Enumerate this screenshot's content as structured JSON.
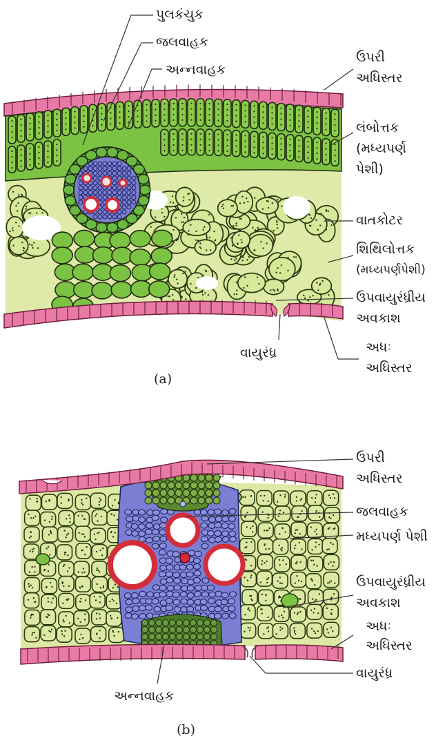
{
  "figure_a": {
    "caption": "(a)",
    "labels": {
      "bundle_sheath": "પુલકંચુક",
      "xylem": "જલવાહક",
      "phloem": "અન્નવાહક",
      "upper_epidermis_1": "ઉપરી",
      "upper_epidermis_2": "અધિસ્તર",
      "palisade_1": "લંબોત્તક",
      "palisade_2": "(મધ્યપર્ણ",
      "palisade_3": "પેશી)",
      "air_cavity": "વાતકોટર",
      "spongy_1": "શિથિલોત્તક",
      "spongy_2": "(મધ્યપર્ણપેશી)",
      "substomatal_1": "ઉપવાયુરંધ્રીય",
      "substomatal_2": "અવકાશ",
      "lower_epidermis_1": "અધઃ",
      "lower_epidermis_2": "અધિસ્તર",
      "stoma": "વાયુરંધ્ર"
    }
  },
  "figure_b": {
    "caption": "(b)",
    "labels": {
      "upper_epidermis_1": "ઉપરી",
      "upper_epidermis_2": "અધિસ્તર",
      "xylem": "જલવાહક",
      "mesophyll": "મધ્યપર્ણ પેશી",
      "substomatal_1": "ઉપવાયુરંધ્રીય",
      "substomatal_2": "અવકાશ",
      "lower_epidermis_1": "અધઃ",
      "lower_epidermis_2": "અધિસ્તર",
      "stoma": "વાયુરંધ્ર",
      "phloem": "અન્નવાહક"
    }
  },
  "colors": {
    "epidermis": "#e97aa6",
    "palisade": "#7cc243",
    "cell_outline": "#1e2a10",
    "spongy": "#dde8a4",
    "vascular": "#7b7fd3",
    "xylem_ring": "#d42d3a",
    "bundle_sheath": "#5aa83a",
    "phloem": "#4a7d2b"
  }
}
